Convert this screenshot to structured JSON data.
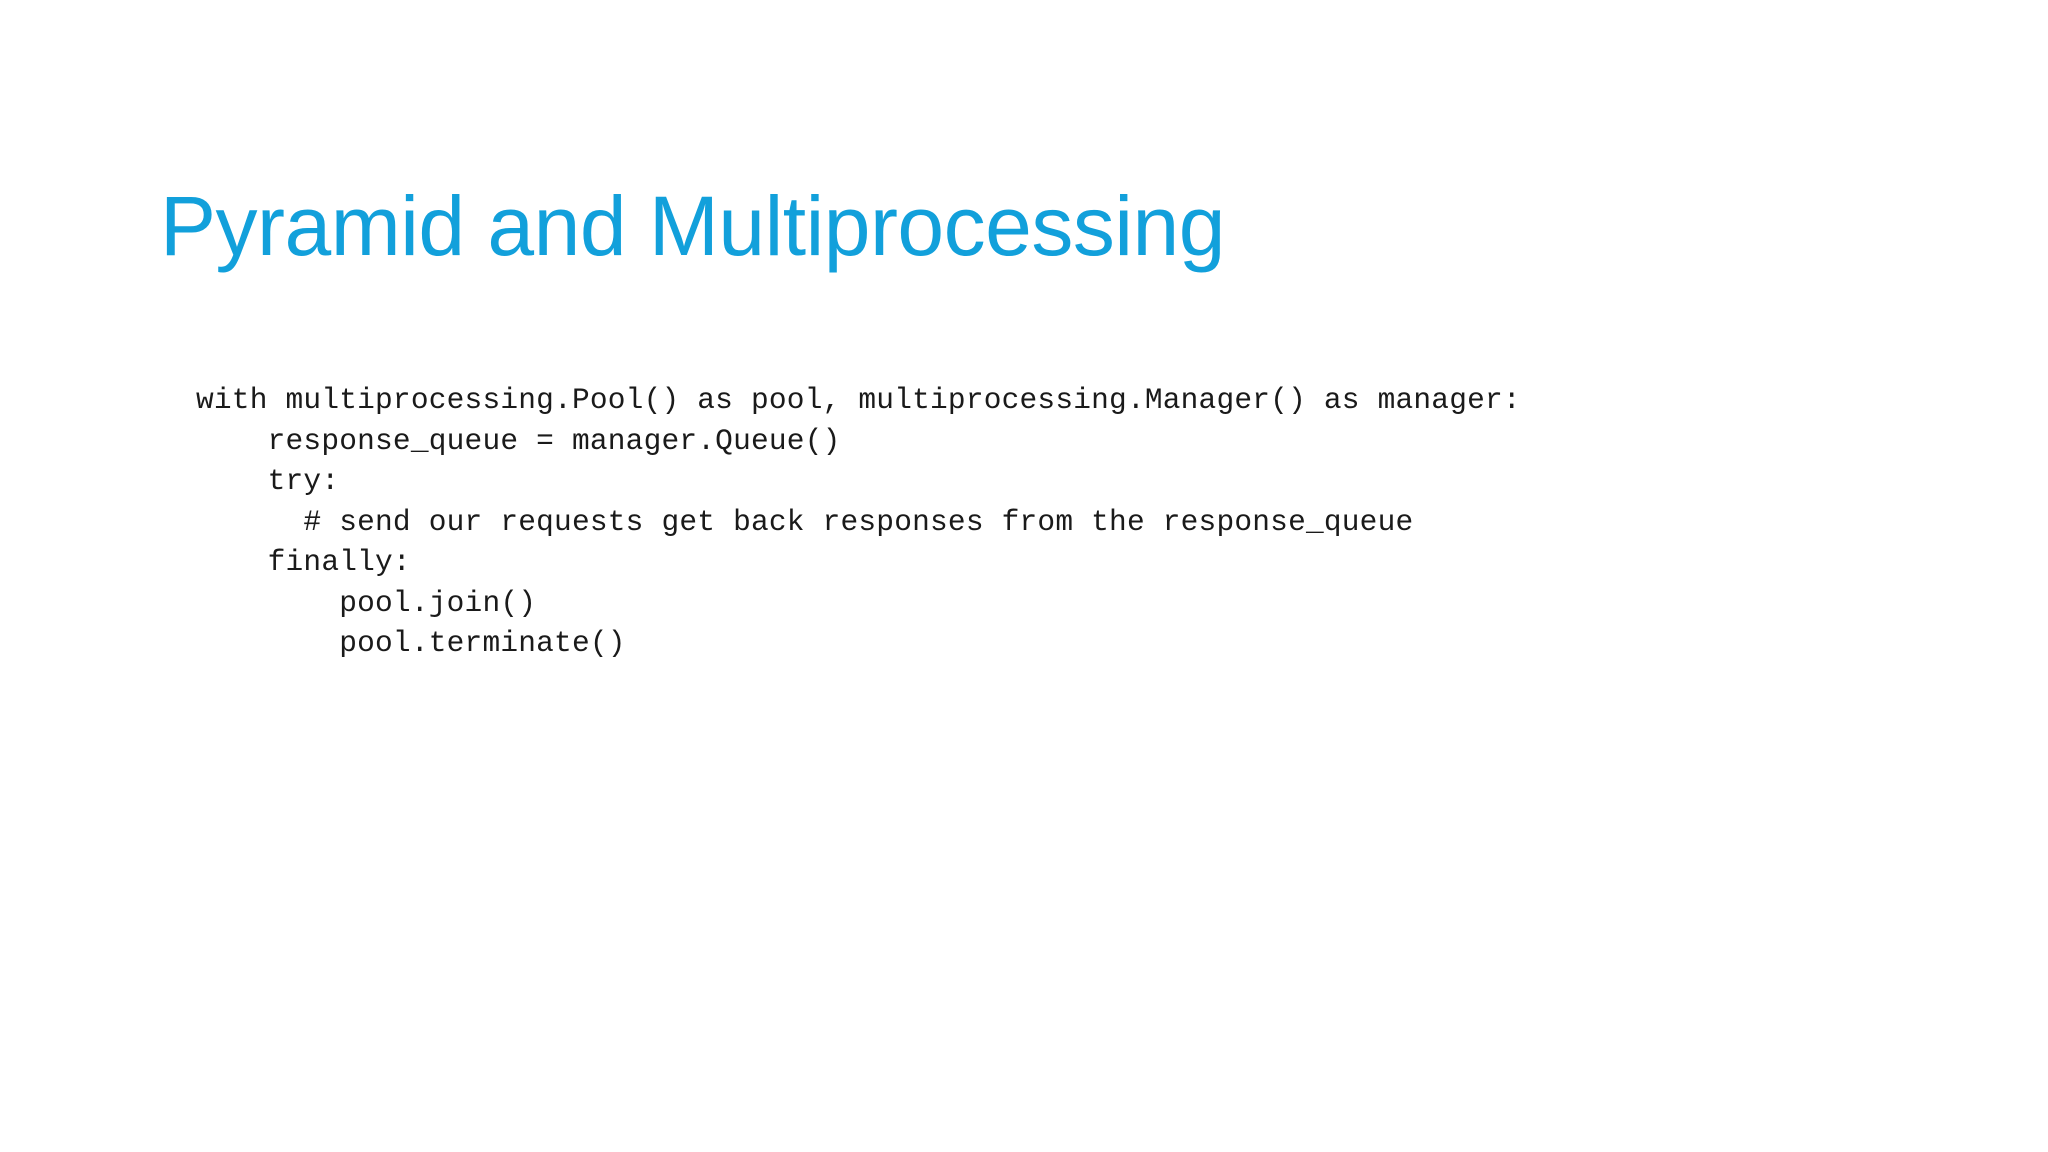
{
  "slide": {
    "title": "Pyramid and Multiprocessing",
    "title_color": "#12a0db",
    "background_color": "#ffffff",
    "code_color": "#1a1a1a",
    "code": {
      "language": "python",
      "lines": [
        "with multiprocessing.Pool() as pool, multiprocessing.Manager() as manager:",
        "    response_queue = manager.Queue()",
        "    try:",
        "      # send our requests get back responses from the response_queue",
        "    finally:",
        "        pool.join()",
        "        pool.terminate()"
      ]
    }
  }
}
